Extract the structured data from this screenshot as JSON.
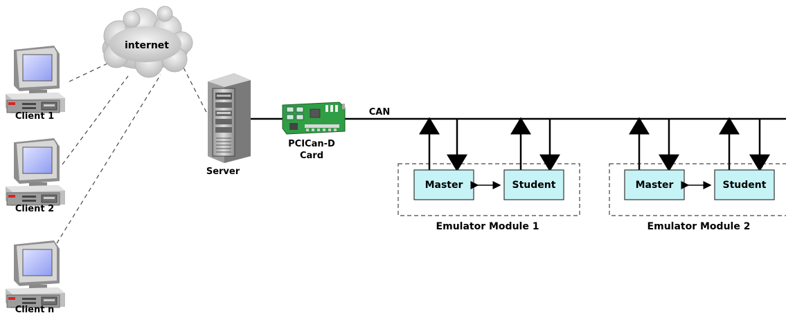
{
  "cloud": {
    "label": "internet",
    "icon": "cloud-icon"
  },
  "clients": [
    {
      "label": "Client 1",
      "icon": "desktop-computer-icon"
    },
    {
      "label": "Client 2",
      "icon": "desktop-computer-icon"
    },
    {
      "label": "Client n",
      "icon": "desktop-computer-icon"
    }
  ],
  "server": {
    "label": "Server",
    "icon": "server-tower-icon"
  },
  "card": {
    "label_line1": "PCICan-D",
    "label_line2": "Card",
    "icon": "pci-card-icon"
  },
  "bus": {
    "label": "CAN"
  },
  "modules": [
    {
      "label": "Emulator Module 1",
      "left_box": "Master",
      "right_box": "Student"
    },
    {
      "label": "Emulator Module 2",
      "left_box": "Master",
      "right_box": "Student"
    }
  ],
  "colors": {
    "box_fill": "#c6f3f6",
    "monitor_screen": "#a9b3ff",
    "card_green": "#2f9e44",
    "cloud": "#d7d7d7"
  }
}
